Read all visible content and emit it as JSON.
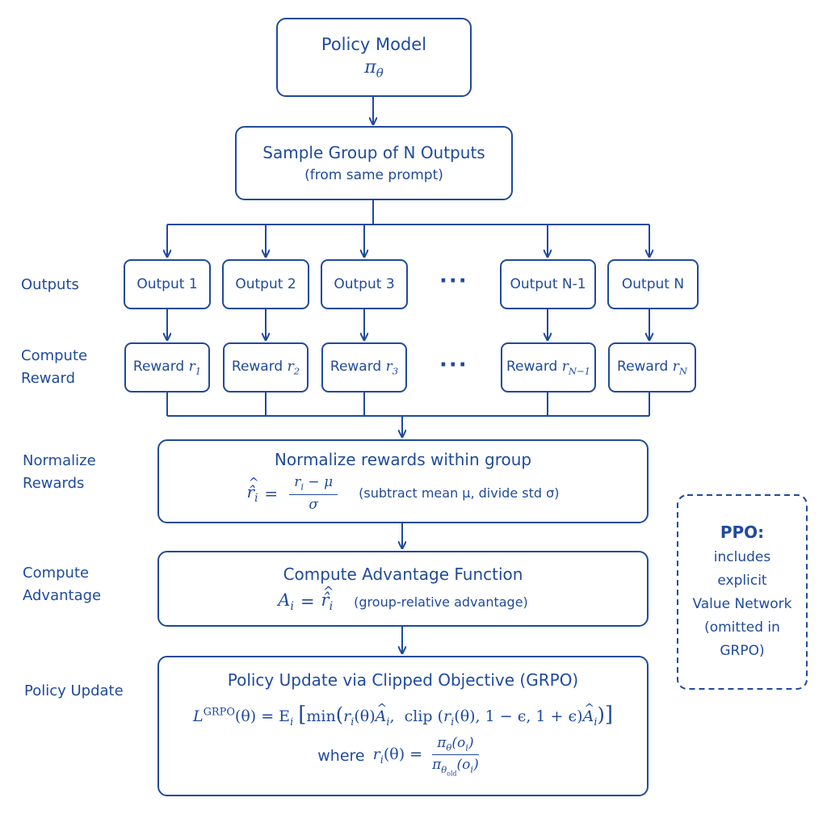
{
  "nodes": {
    "policy_model": {
      "title": "Policy Model",
      "symbol": "π",
      "symbol_sub": "θ"
    },
    "sample_group": {
      "title": "Sample Group of N Outputs",
      "subtitle": "(from same prompt)"
    },
    "outputs": [
      "Output 1",
      "Output 2",
      "Output 3",
      "Output N-1",
      "Output N"
    ],
    "rewards": [
      {
        "text": "Reward",
        "r": "r",
        "sub": "1"
      },
      {
        "text": "Reward",
        "r": "r",
        "sub": "2"
      },
      {
        "text": "Reward",
        "r": "r",
        "sub": "3"
      },
      {
        "text": "Reward",
        "r": "r",
        "sub": "N−1"
      },
      {
        "text": "Reward",
        "r": "r",
        "sub": "N"
      }
    ],
    "ellipsis": "···",
    "normalize": {
      "title": "Normalize rewards within group",
      "lhs": "r̂",
      "lhs_sub": "i",
      "numerator": "r",
      "numerator_sub": "i",
      "numerator_rest": " − μ",
      "denominator": "σ",
      "note": "(subtract mean μ, divide std σ)"
    },
    "advantage": {
      "title": "Compute  Advantage Function",
      "lhs": "A",
      "lhs_sub": "i",
      "rhs": "r̂",
      "rhs_sub": "i",
      "note": "(group-relative advantage)"
    },
    "policy_update": {
      "title": "Policy Update via Clipped Objective (GRPO)",
      "loss_symbol": "L",
      "loss_sup": "GRPO",
      "loss_arg": "(θ) = E",
      "expect_sub": "i",
      "min_word": "min",
      "clip_word": "clip",
      "clip_range": "1 − ϵ, 1 + ϵ",
      "where_word": "where",
      "ratio_lhs": "r",
      "ratio_sub": "i",
      "ratio_arg": "(θ) =",
      "ratio_num": "π",
      "ratio_num_sub": "θ",
      "ratio_num_arg": "(o",
      "ratio_den": "π",
      "ratio_den_sub": "θ",
      "ratio_den_subsub": "old",
      "ratio_den_arg": "(o"
    },
    "ppo_note": {
      "title": "PPO:",
      "lines": [
        "includes",
        "explicit",
        "Value Network",
        "(omitted in",
        "GRPO)"
      ]
    }
  },
  "row_labels": {
    "outputs": "Outputs",
    "compute_reward": [
      "Compute",
      "Reward"
    ],
    "normalize_rewards": [
      "Normalize",
      "Rewards"
    ],
    "compute_advantage": [
      "Compute",
      "Advantage"
    ],
    "policy_update": "Policy Update"
  },
  "colors": {
    "stroke": "#1f4a9c",
    "background": "#ffffff"
  }
}
